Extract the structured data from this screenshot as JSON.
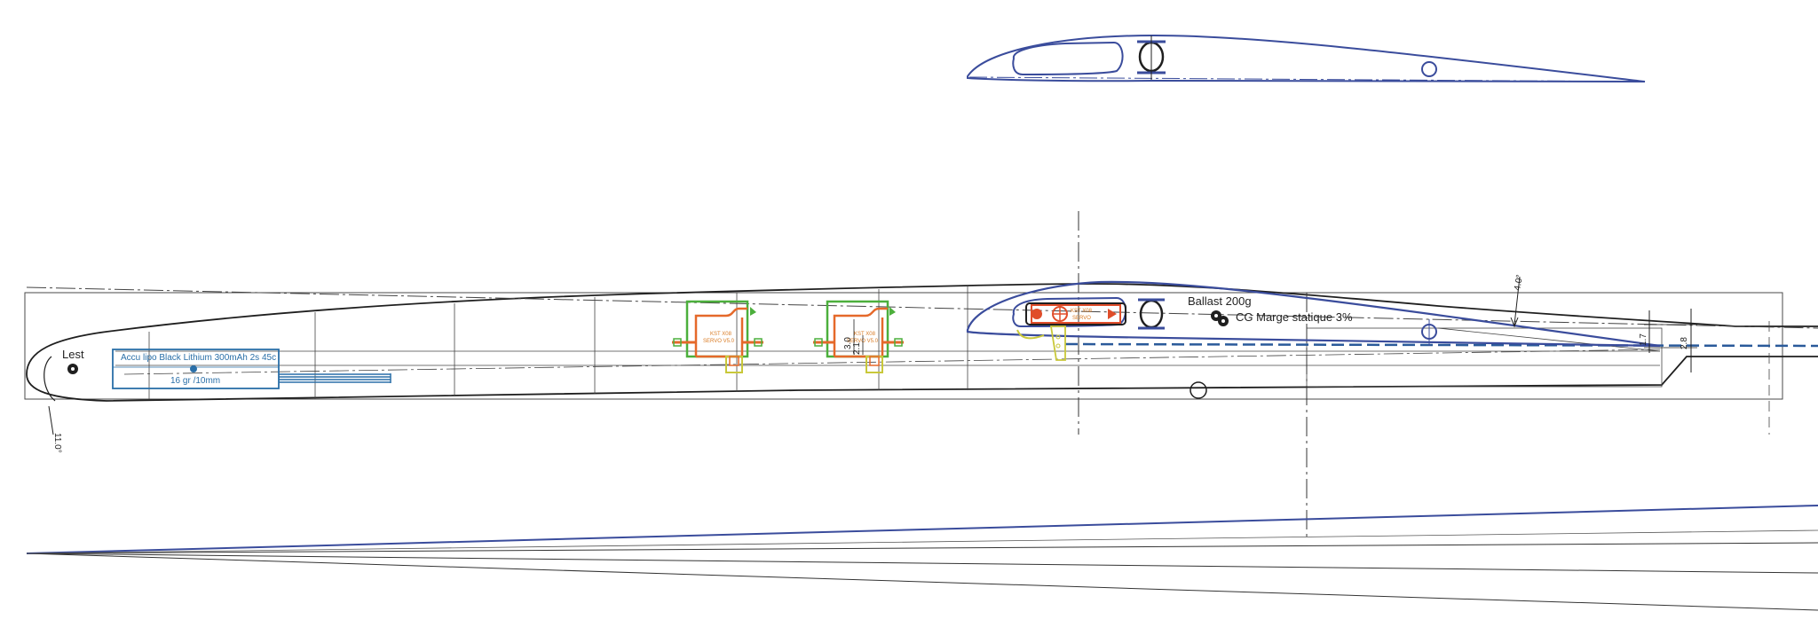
{
  "drawing": {
    "colors": {
      "outline": "#1f1f1f",
      "airfoil": "#3a4c9c",
      "battery": "#2a6fa8",
      "servo_frame": "#4caf3c",
      "servo_body": "#e5692a",
      "servo_label": "#d97a22",
      "ballast_holder": "#e04d2a",
      "horn": "#c9c83a",
      "centerline": "#2a5a9a"
    },
    "labels": {
      "lest": "Lest",
      "nose_angle": "11.0°",
      "battery_title": "Accu lipo Black Lithium 300mAh 2s 45c",
      "battery_spec": "16 gr /10mm",
      "ballast": "Ballast 200g",
      "cg": "CG Marge statique 3%",
      "servo1_line1": "KST X08",
      "servo1_line2": "SERVO V5.0",
      "servo2_line1": "KST X08",
      "servo2_line2": "SERVO V5.0",
      "servo2_dim_height": "3.0",
      "servo2_dim_width": "2.1",
      "ballast_box_line1": "KST X08",
      "ballast_box_line2": "SERVO",
      "tail_angle": "4.0°",
      "tail_dim_1": "1.7",
      "tail_dim_2": "2.8"
    }
  }
}
